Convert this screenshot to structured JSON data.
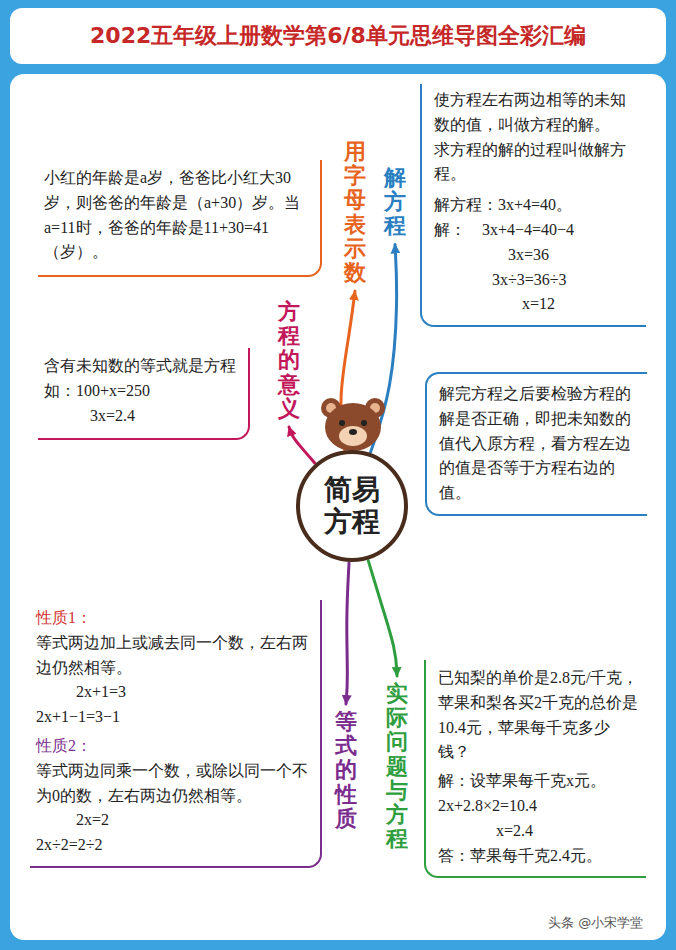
{
  "diagram": {
    "title": "2022五年级上册数学第6/8单元思维导图全彩汇编",
    "nodes": [
      {
        "text": [
          "简易方程"
        ]
      },
      {
        "text": [
          "用字母表示数",
          "小红的年龄是a岁，爸爸比小红大30岁，则爸爸的年龄是（a+30）岁。当a=11时，爸爸的年龄是11+30=41（岁）。"
        ]
      },
      {
        "text": [
          "方程的意义",
          "含有未知数的等式就是方程",
          "如：100+x=250",
          "3x=2.4"
        ]
      },
      {
        "text": [
          "解方程",
          "使方程左右两边相等的未知数的值，叫做方程的解。",
          "求方程的解的过程叫做解方程。",
          "解方程：3x+4=40。",
          "解：",
          "3x+4−4=40−4",
          "3x=36",
          "3x÷3=36÷3",
          "x=12"
        ]
      },
      {
        "text": [
          "解完方程之后要检验方程的解是否正确，即把未知数的值代入原方程，看方程左边的值是否等于方程右边的值。"
        ]
      },
      {
        "text": [
          "等式的性质",
          "性质1：",
          "等式两边加上或减去同一个数，左右两边仍然相等。",
          "2x+1=3",
          "2x+1−1=3−1",
          "性质2：",
          "等式两边同乘一个数，或除以同一个不为0的数，左右两边仍然相等。",
          "2x=2",
          "2x÷2=2÷2"
        ]
      },
      {
        "text": [
          "实际问题与方程",
          "已知梨的单价是2.8元/千克，苹果和梨各买2千克的总价是10.4元，苹果每千克多少钱？",
          "解：设苹果每千克x元。",
          "2x+2.8×2=10.4",
          "x=2.4",
          "答：苹果每千克2.4元。"
        ]
      }
    ],
    "edges": [
      {
        "from": 0,
        "to": 1,
        "arrow": "to"
      },
      {
        "from": 0,
        "to": 2,
        "arrow": "to"
      },
      {
        "from": 0,
        "to": 3,
        "arrow": "to"
      },
      {
        "from": 0,
        "to": 5,
        "arrow": "to"
      },
      {
        "from": 0,
        "to": 6,
        "arrow": "to"
      }
    ],
    "labels": [
      "头条 @小宋学堂"
    ]
  }
}
